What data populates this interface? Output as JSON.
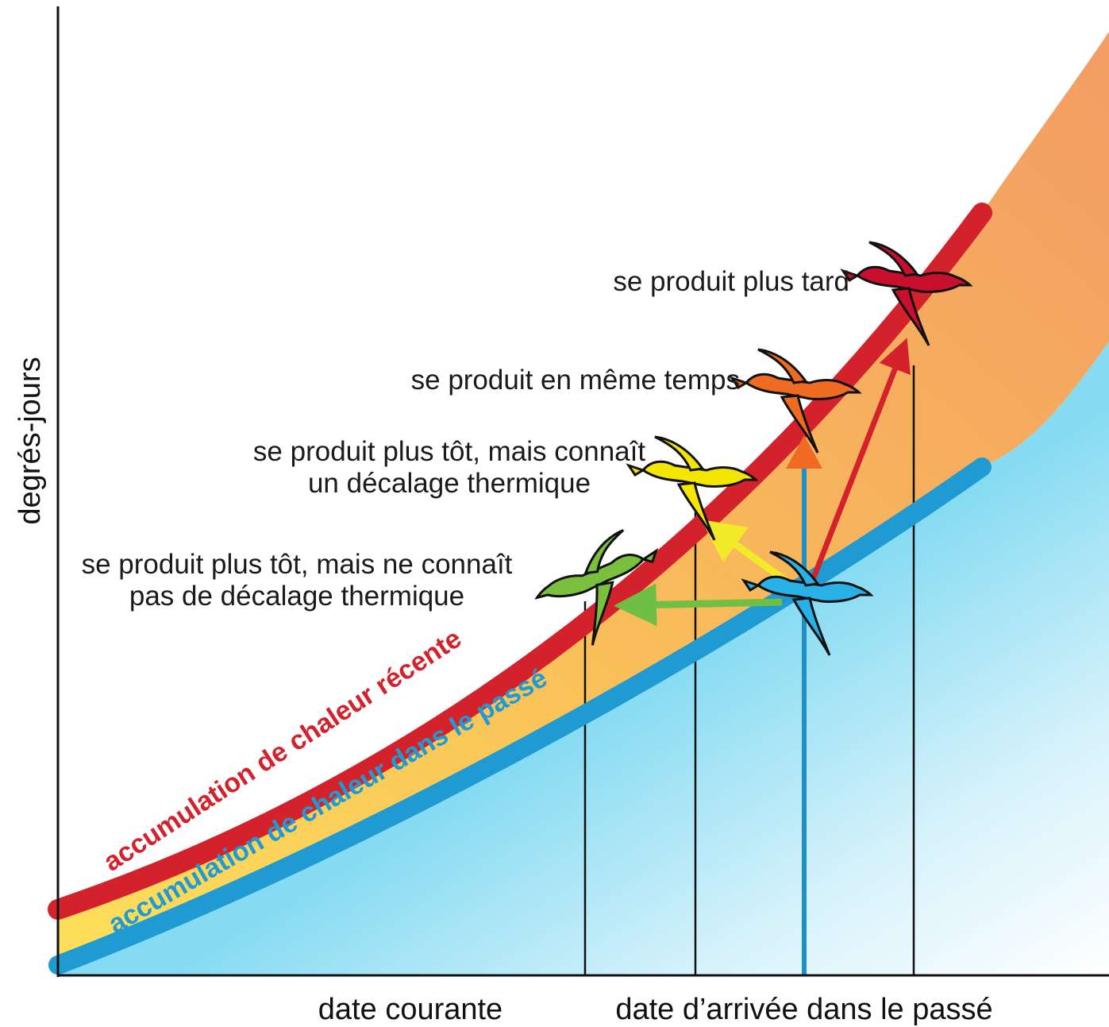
{
  "axes": {
    "y_label": "degrés-jours",
    "x_label_current": "date courante",
    "x_label_past": "date d’arrivée dans le passé"
  },
  "curves": {
    "recent_label": "accumulation de chaleur récente",
    "past_label": "accumulation de chaleur dans le passé"
  },
  "annotations": {
    "late": "se produit plus tard",
    "same": "se produit en même temps",
    "early_mismatch_line1": "se produit plus tôt, mais connaît",
    "early_mismatch_line2": "un décalage thermique",
    "early_no_mismatch_line1": "se produit plus tôt, mais ne connaît",
    "early_no_mismatch_line2": "pas de décalage thermique"
  },
  "colors": {
    "recent_curve": "#d3222b",
    "past_curve": "#1f9ad2",
    "past_axis_label": "#1f9ad2",
    "goose_late": "#c8102e",
    "goose_same": "#ef6b22",
    "goose_early_mismatch": "#f4e600",
    "goose_early_no_mismatch": "#7bbf3f",
    "goose_past": "#29b0e6",
    "arrow_green": "#6fbf44",
    "arrow_yellow": "#f1ea2a",
    "arrow_orange": "#f06a23",
    "arrow_red": "#d3222b"
  },
  "icons": {
    "goose": "flying-goose-icon"
  }
}
